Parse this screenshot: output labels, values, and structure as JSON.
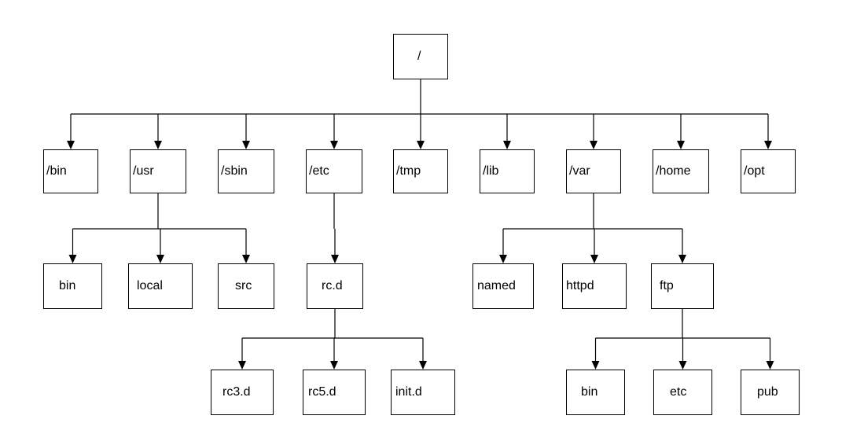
{
  "tree": {
    "nodes": [
      {
        "id": "root",
        "label": "/",
        "parent": null
      },
      {
        "id": "bin",
        "label": "/bin",
        "parent": "root"
      },
      {
        "id": "usr",
        "label": "/usr",
        "parent": "root"
      },
      {
        "id": "sbin",
        "label": "/sbin",
        "parent": "root"
      },
      {
        "id": "etc",
        "label": "/etc",
        "parent": "root"
      },
      {
        "id": "tmp",
        "label": "/tmp",
        "parent": "root"
      },
      {
        "id": "lib",
        "label": "/lib",
        "parent": "root"
      },
      {
        "id": "var",
        "label": "/var",
        "parent": "root"
      },
      {
        "id": "home",
        "label": "/home",
        "parent": "root"
      },
      {
        "id": "opt",
        "label": "/opt",
        "parent": "root"
      },
      {
        "id": "usr_bin",
        "label": "bin",
        "parent": "usr"
      },
      {
        "id": "usr_local",
        "label": "local",
        "parent": "usr"
      },
      {
        "id": "usr_src",
        "label": "src",
        "parent": "usr"
      },
      {
        "id": "etc_rcd",
        "label": "rc.d",
        "parent": "etc"
      },
      {
        "id": "rc3d",
        "label": "rc3.d",
        "parent": "etc_rcd"
      },
      {
        "id": "rc5d",
        "label": "rc5.d",
        "parent": "etc_rcd"
      },
      {
        "id": "initd",
        "label": "init.d",
        "parent": "etc_rcd"
      },
      {
        "id": "var_named",
        "label": "named",
        "parent": "var"
      },
      {
        "id": "var_httpd",
        "label": "httpd",
        "parent": "var"
      },
      {
        "id": "var_ftp",
        "label": "ftp",
        "parent": "var"
      },
      {
        "id": "ftp_bin",
        "label": "bin",
        "parent": "var_ftp"
      },
      {
        "id": "ftp_etc",
        "label": "etc",
        "parent": "var_ftp"
      },
      {
        "id": "ftp_pub",
        "label": "pub",
        "parent": "var_ftp"
      }
    ]
  },
  "colors": {
    "line": "#000000",
    "box_border": "#000000",
    "background": "#ffffff"
  }
}
